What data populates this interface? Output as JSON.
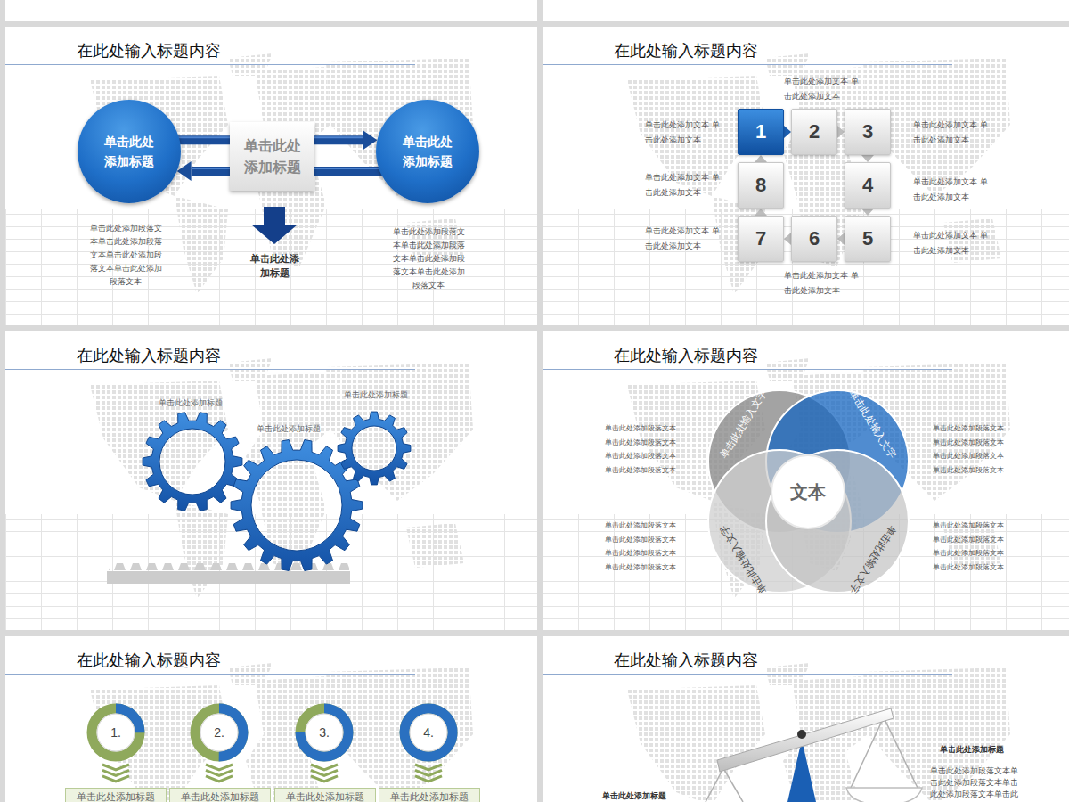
{
  "diagram": {
    "nodes": [
      {
        "text": [
          "单击此处 添加标题"
        ]
      },
      {
        "text": [
          "单击此处 添加标题"
        ]
      },
      {
        "text": [
          "单击此处 添加标题"
        ]
      },
      {
        "text": [
          "单击此处添 加标题"
        ]
      },
      {
        "text": [
          "1"
        ]
      },
      {
        "text": [
          "2"
        ]
      },
      {
        "text": [
          "3"
        ]
      },
      {
        "text": [
          "4"
        ]
      },
      {
        "text": [
          "5"
        ]
      },
      {
        "text": [
          "6"
        ]
      },
      {
        "text": [
          "7"
        ]
      },
      {
        "text": [
          "8"
        ]
      },
      {
        "text": [
          "文本"
        ]
      },
      {
        "text": [
          "1."
        ]
      },
      {
        "text": [
          "2."
        ]
      },
      {
        "text": [
          "3."
        ]
      },
      {
        "text": [
          "4."
        ]
      },
      {
        "text": [
          "单击此处添加标题"
        ]
      },
      {
        "text": [
          "单击此处添加标题"
        ]
      },
      {
        "text": [
          "单击此处添加标题"
        ]
      },
      {
        "text": [
          "单击此处添加标题"
        ]
      }
    ],
    "edges": [
      {
        "from": 0,
        "to": 2,
        "arrow": "to"
      },
      {
        "from": 2,
        "to": 0,
        "arrow": "to"
      },
      {
        "from": 4,
        "to": 5,
        "arrow": "to"
      },
      {
        "from": 5,
        "to": 6,
        "arrow": "to"
      },
      {
        "from": 6,
        "to": 7,
        "arrow": "to"
      },
      {
        "from": 7,
        "to": 8,
        "arrow": "to"
      },
      {
        "from": 8,
        "to": 9,
        "arrow": "to"
      },
      {
        "from": 9,
        "to": 10,
        "arrow": "to"
      },
      {
        "from": 10,
        "to": 11,
        "arrow": "to"
      },
      {
        "from": 11,
        "to": 4,
        "arrow": "to"
      },
      {
        "from": 13,
        "to": 17,
        "arrow": "to"
      },
      {
        "from": 14,
        "to": 18,
        "arrow": "to"
      },
      {
        "from": 15,
        "to": 19,
        "arrow": "to"
      },
      {
        "from": 16,
        "to": 20,
        "arrow": "to"
      }
    ],
    "labels": [
      "在此处输入标题内容",
      "单击此处添加段落文 本单击此处添加段落 文本单击此处添加段 落文本单击此处添加 段落文本",
      "单击此处添加段落文 本单击此处添加段落 文本单击此处添加段 落文本单击此处添加 段落文本",
      "在此处输入标题内容",
      "单击此处添加文本 单击此处添加文本",
      "单击此处添加文本 单击此处添加文本",
      "单击此处添加文本 单击此处添加文本",
      "单击此处添加文本 单击此处添加文本",
      "单击此处添加文本 单击此处添加文本",
      "单击此处添加文本 单击此处添加文本",
      "单击此处添加文本 单击此处添加文本",
      "单击此处添加文本 单击此处添加文本",
      "在此处输入标题内容",
      "单击此处添加标题",
      "单击此处添加标题",
      "单击此处添加标题",
      "在此处输入标题内容",
      "单击此处输入文字",
      "单击此处输入文字",
      "单击此处输入文字",
      "单击此处输入文字",
      "单击此处添加段落文本 单击此处添加段落文本 单击此处添加段落文本 单击此处添加段落文本",
      "单击此处添加段落文本 单击此处添加段落文本 单击此处添加段落文本 单击此处添加段落文本",
      "单击此处添加段落文本 单击此处添加段落文本 单击此处添加段落文本 单击此处添加段落文本",
      "单击此处添加段落文本 单击此处添加段落文本 单击此处添加段落文本 单击此处添加段落文本",
      "在此处输入标题内容",
      "在此处输入标题内容",
      "单击此处添加标题",
      "单击此处添加段落文本单 击此处添加段落文本单击 此处添加段落文本单击此",
      "单击此处添加标题"
    ]
  }
}
